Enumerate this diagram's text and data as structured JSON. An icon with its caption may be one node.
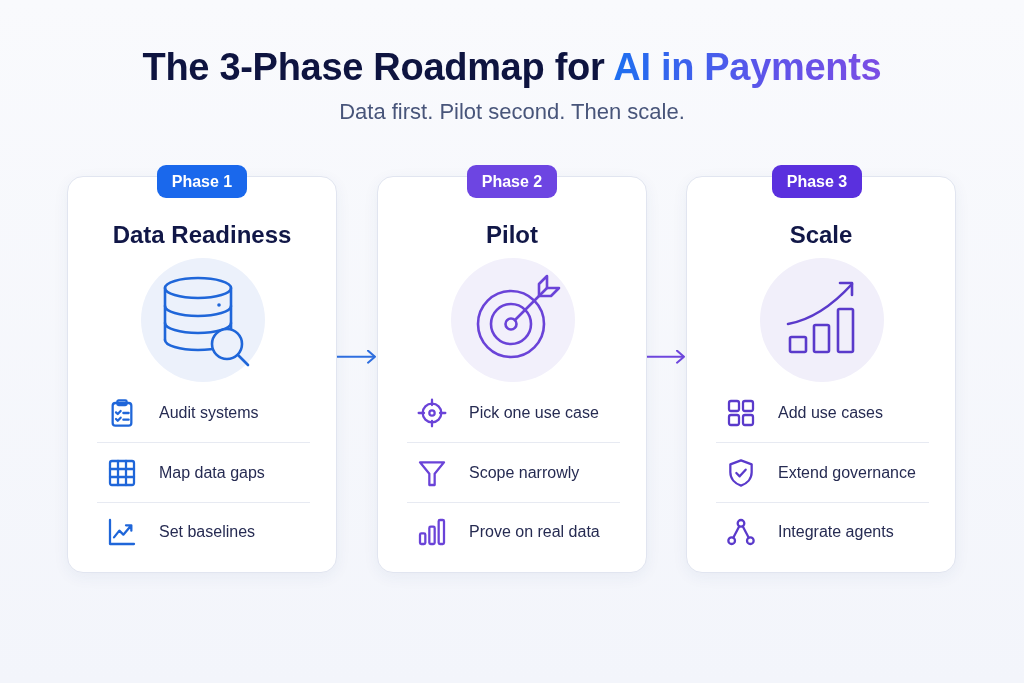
{
  "diagram": {
    "title": "The 3-Phase Roadmap for AI in Payments",
    "nodes": [
      {
        "text": [
          "Phase 1"
        ]
      },
      {
        "text": [
          "Data Readiness",
          "Audit systems",
          "Map data gaps",
          "Set baselines"
        ]
      },
      {
        "text": [
          "Phase 2"
        ]
      },
      {
        "text": [
          "Pilot",
          "Pick one use case",
          "Scope narrowly",
          "Prove on real data"
        ]
      },
      {
        "text": [
          "Phase 3"
        ]
      },
      {
        "text": [
          "Scale",
          "Add use cases",
          "Extend governance",
          "Integrate agents"
        ]
      }
    ],
    "edges": [
      {
        "from": 1,
        "to": 3,
        "arrow": "to",
        "color": "#2f6fe0"
      },
      {
        "from": 3,
        "to": 5,
        "arrow": "to",
        "color": "#6f47de"
      }
    ],
    "labels": [
      "Data first. Pilot second. Then scale."
    ]
  }
}
